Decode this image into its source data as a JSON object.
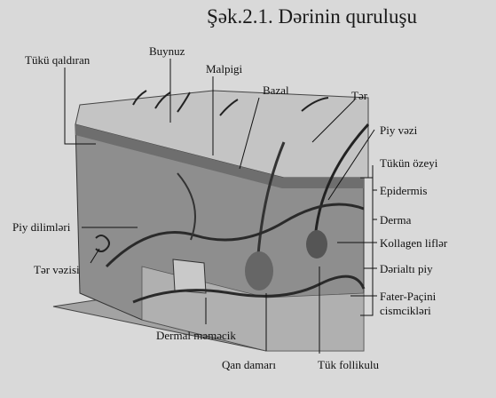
{
  "figure": {
    "title": "Şək.2.1. Dərinin quruluşu",
    "labels": {
      "tuku_qaldiran": "Tükü qaldıran",
      "buynuz": "Buynuz",
      "malpigi": "Malpigi",
      "bazal": "Bazal",
      "ter": "Tər",
      "piy_vezi": "Piy vəzi",
      "tukun_ozeyi": "Tükün özeyi",
      "epidermis": "Epidermis",
      "derma": "Derma",
      "kollagen": "Kollagen liflər",
      "derialti_piy": "Dərialtı piy",
      "fater_1": "Fater-Paçini",
      "fater_2": "cismcikləri",
      "piy_dilimleri": "Piy dilimləri",
      "ter_vezisi": "Tər vəzisi",
      "dermal_memecik": "Dermal məməcik",
      "qan_damari": "Qan damarı",
      "tuk_follikulu": "Tük follikulu"
    },
    "colors": {
      "page": "#d9d9d9",
      "ink": "#111111",
      "skin_surface": "#bdbdbd",
      "dermis": "#8c8c8c",
      "fat": "#9a9a9a",
      "vessel": "#2a2a2a"
    }
  }
}
